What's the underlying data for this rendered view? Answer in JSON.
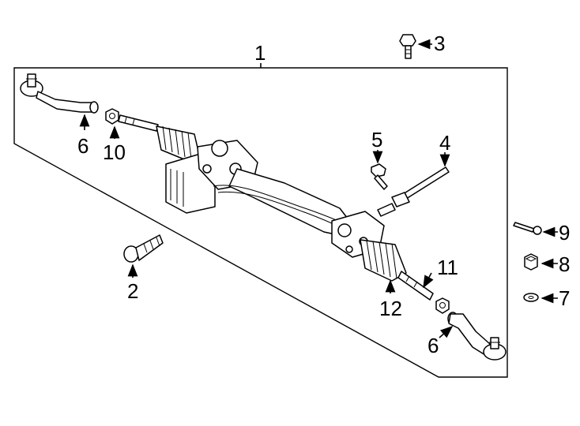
{
  "diagram": {
    "callouts": {
      "c1": "1",
      "c2": "2",
      "c3": "3",
      "c4": "4",
      "c5": "5",
      "c6a": "6",
      "c6b": "6",
      "c7": "7",
      "c8": "8",
      "c9": "9",
      "c10": "10",
      "c11": "11",
      "c12": "12"
    }
  }
}
